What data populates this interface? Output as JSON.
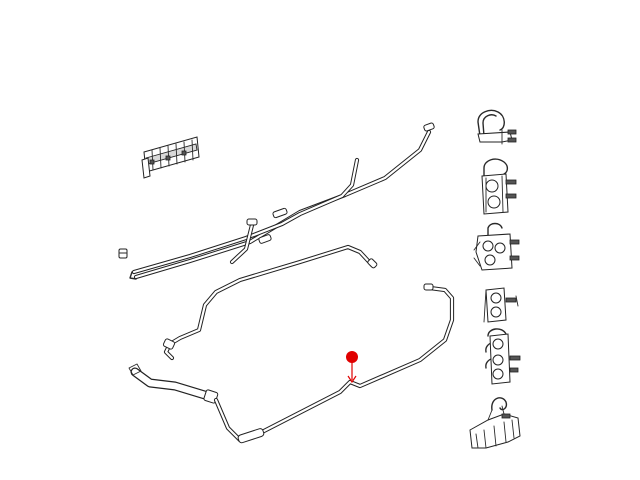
{
  "diagram": {
    "background": "#ffffff",
    "line_color": "#2a2a2a",
    "marker_color": "#e00000",
    "parts": [
      {
        "id": "filter-bracket",
        "kind": "bracket"
      },
      {
        "id": "upper-fuel-line",
        "kind": "tube"
      },
      {
        "id": "middle-fuel-line",
        "kind": "tube"
      },
      {
        "id": "lower-fuel-line",
        "kind": "tube"
      },
      {
        "id": "small-grommet",
        "kind": "grommet"
      }
    ],
    "clips": [
      {
        "id": "clip-1",
        "kind": "single-hook-clip"
      },
      {
        "id": "clip-2",
        "kind": "double-clip"
      },
      {
        "id": "clip-3",
        "kind": "triple-clip"
      },
      {
        "id": "clip-4",
        "kind": "double-clip"
      },
      {
        "id": "clip-5",
        "kind": "triple-hook-clip"
      },
      {
        "id": "clip-6",
        "kind": "frame-clip"
      }
    ],
    "marker": {
      "kind": "selected-part-pin",
      "target": "lower-fuel-line"
    }
  }
}
